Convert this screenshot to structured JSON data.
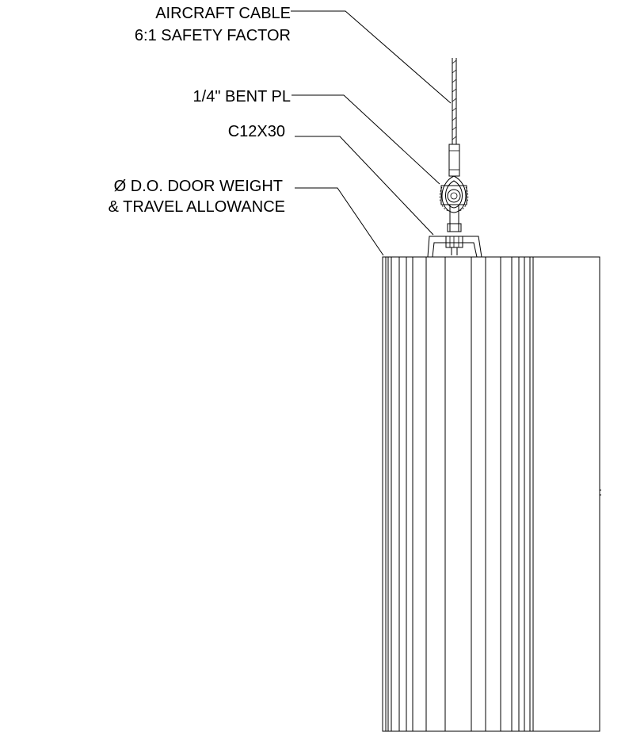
{
  "labels": {
    "cable_line1": "AIRCRAFT CABLE",
    "cable_line2": "6:1 SAFETY FACTOR",
    "bent_plate": "1/4\" BENT PL",
    "channel": "C12X30",
    "weight_line1": "Ø D.O. DOOR WEIGHT",
    "weight_line2": "& TRAVEL ALLOWANCE"
  },
  "colors": {
    "line": "#000000",
    "background": "#ffffff"
  }
}
